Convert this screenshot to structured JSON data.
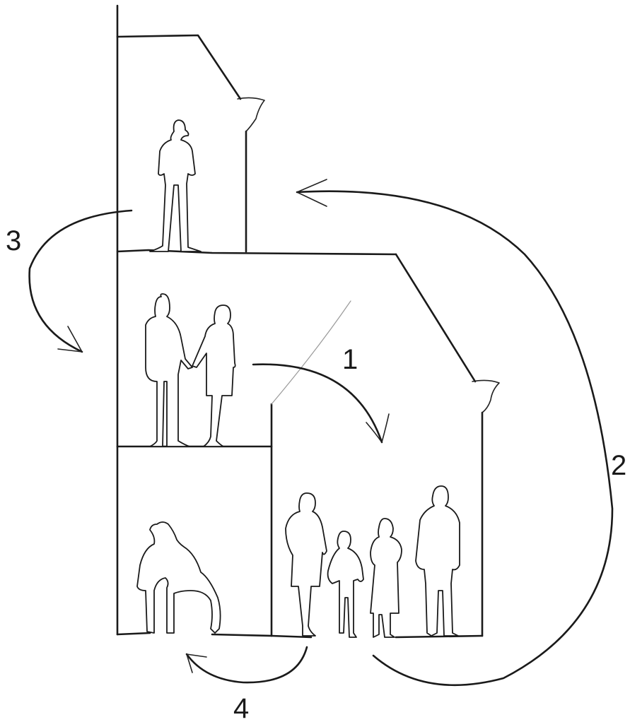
{
  "labels": {
    "arrow_1": "1",
    "arrow_2": "2",
    "arrow_3": "3",
    "arrow_4": "4"
  },
  "colors": {
    "ink": "#1a1a1a",
    "background": "#ffffff"
  }
}
